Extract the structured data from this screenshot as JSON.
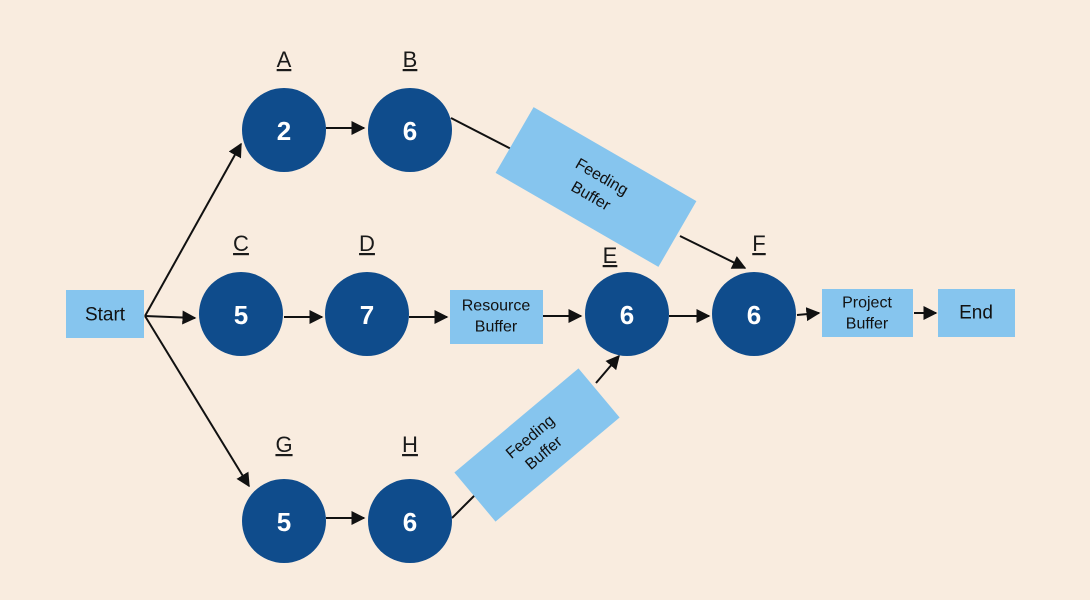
{
  "nodes": {
    "start": "Start",
    "end": "End",
    "A": {
      "letter": "A",
      "value": "2"
    },
    "B": {
      "letter": "B",
      "value": "6"
    },
    "C": {
      "letter": "C",
      "value": "5"
    },
    "D": {
      "letter": "D",
      "value": "7"
    },
    "E": {
      "letter": "E",
      "value": "6"
    },
    "F": {
      "letter": "F",
      "value": "6"
    },
    "G": {
      "letter": "G",
      "value": "5"
    },
    "H": {
      "letter": "H",
      "value": "6"
    }
  },
  "buffers": {
    "feeding_top": [
      "Feeding",
      "Buffer"
    ],
    "feeding_bottom": [
      "Feeding",
      "Buffer"
    ],
    "resource": [
      "Resource",
      "Buffer"
    ],
    "project": [
      "Project",
      "Buffer"
    ]
  },
  "colors": {
    "background": "#f9ecdf",
    "task_circle": "#0f4c8c",
    "buffer_box": "#86c5ee"
  }
}
